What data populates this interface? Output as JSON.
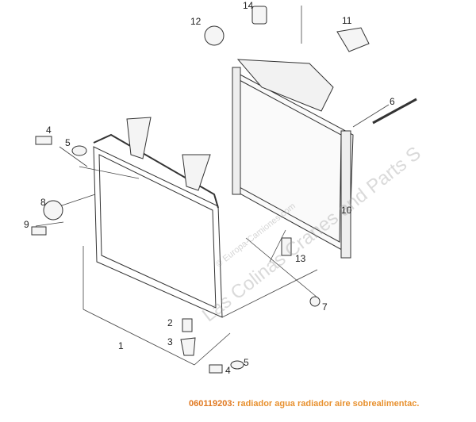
{
  "diagram": {
    "callouts": [
      "14",
      "12",
      "11",
      "6",
      "4",
      "5",
      "8",
      "9",
      "10",
      "13",
      "7",
      "2",
      "3",
      "1",
      "4",
      "5"
    ],
    "watermark": "Las Colinas Cranes and Parts S",
    "watermark_sub": "© Europa-Camiones.com"
  },
  "caption": {
    "code": "060119203:",
    "text": " radiador agua radiador aire sobrealimentac."
  }
}
